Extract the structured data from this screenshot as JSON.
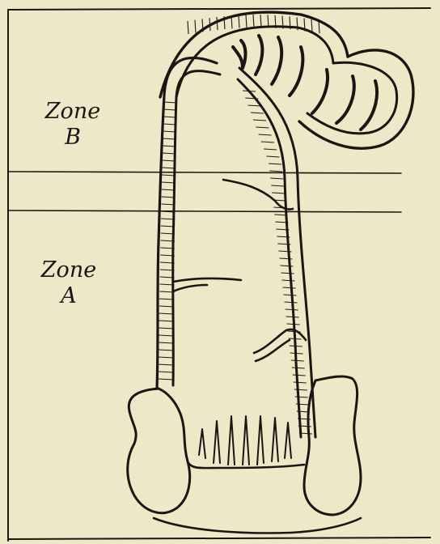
{
  "figure": {
    "background_color": "#efe8c8",
    "ink_color": "#1a1712",
    "zone_b": {
      "word": "Zone",
      "letter": "B"
    },
    "zone_a": {
      "word": "Zone",
      "letter": "A"
    }
  }
}
